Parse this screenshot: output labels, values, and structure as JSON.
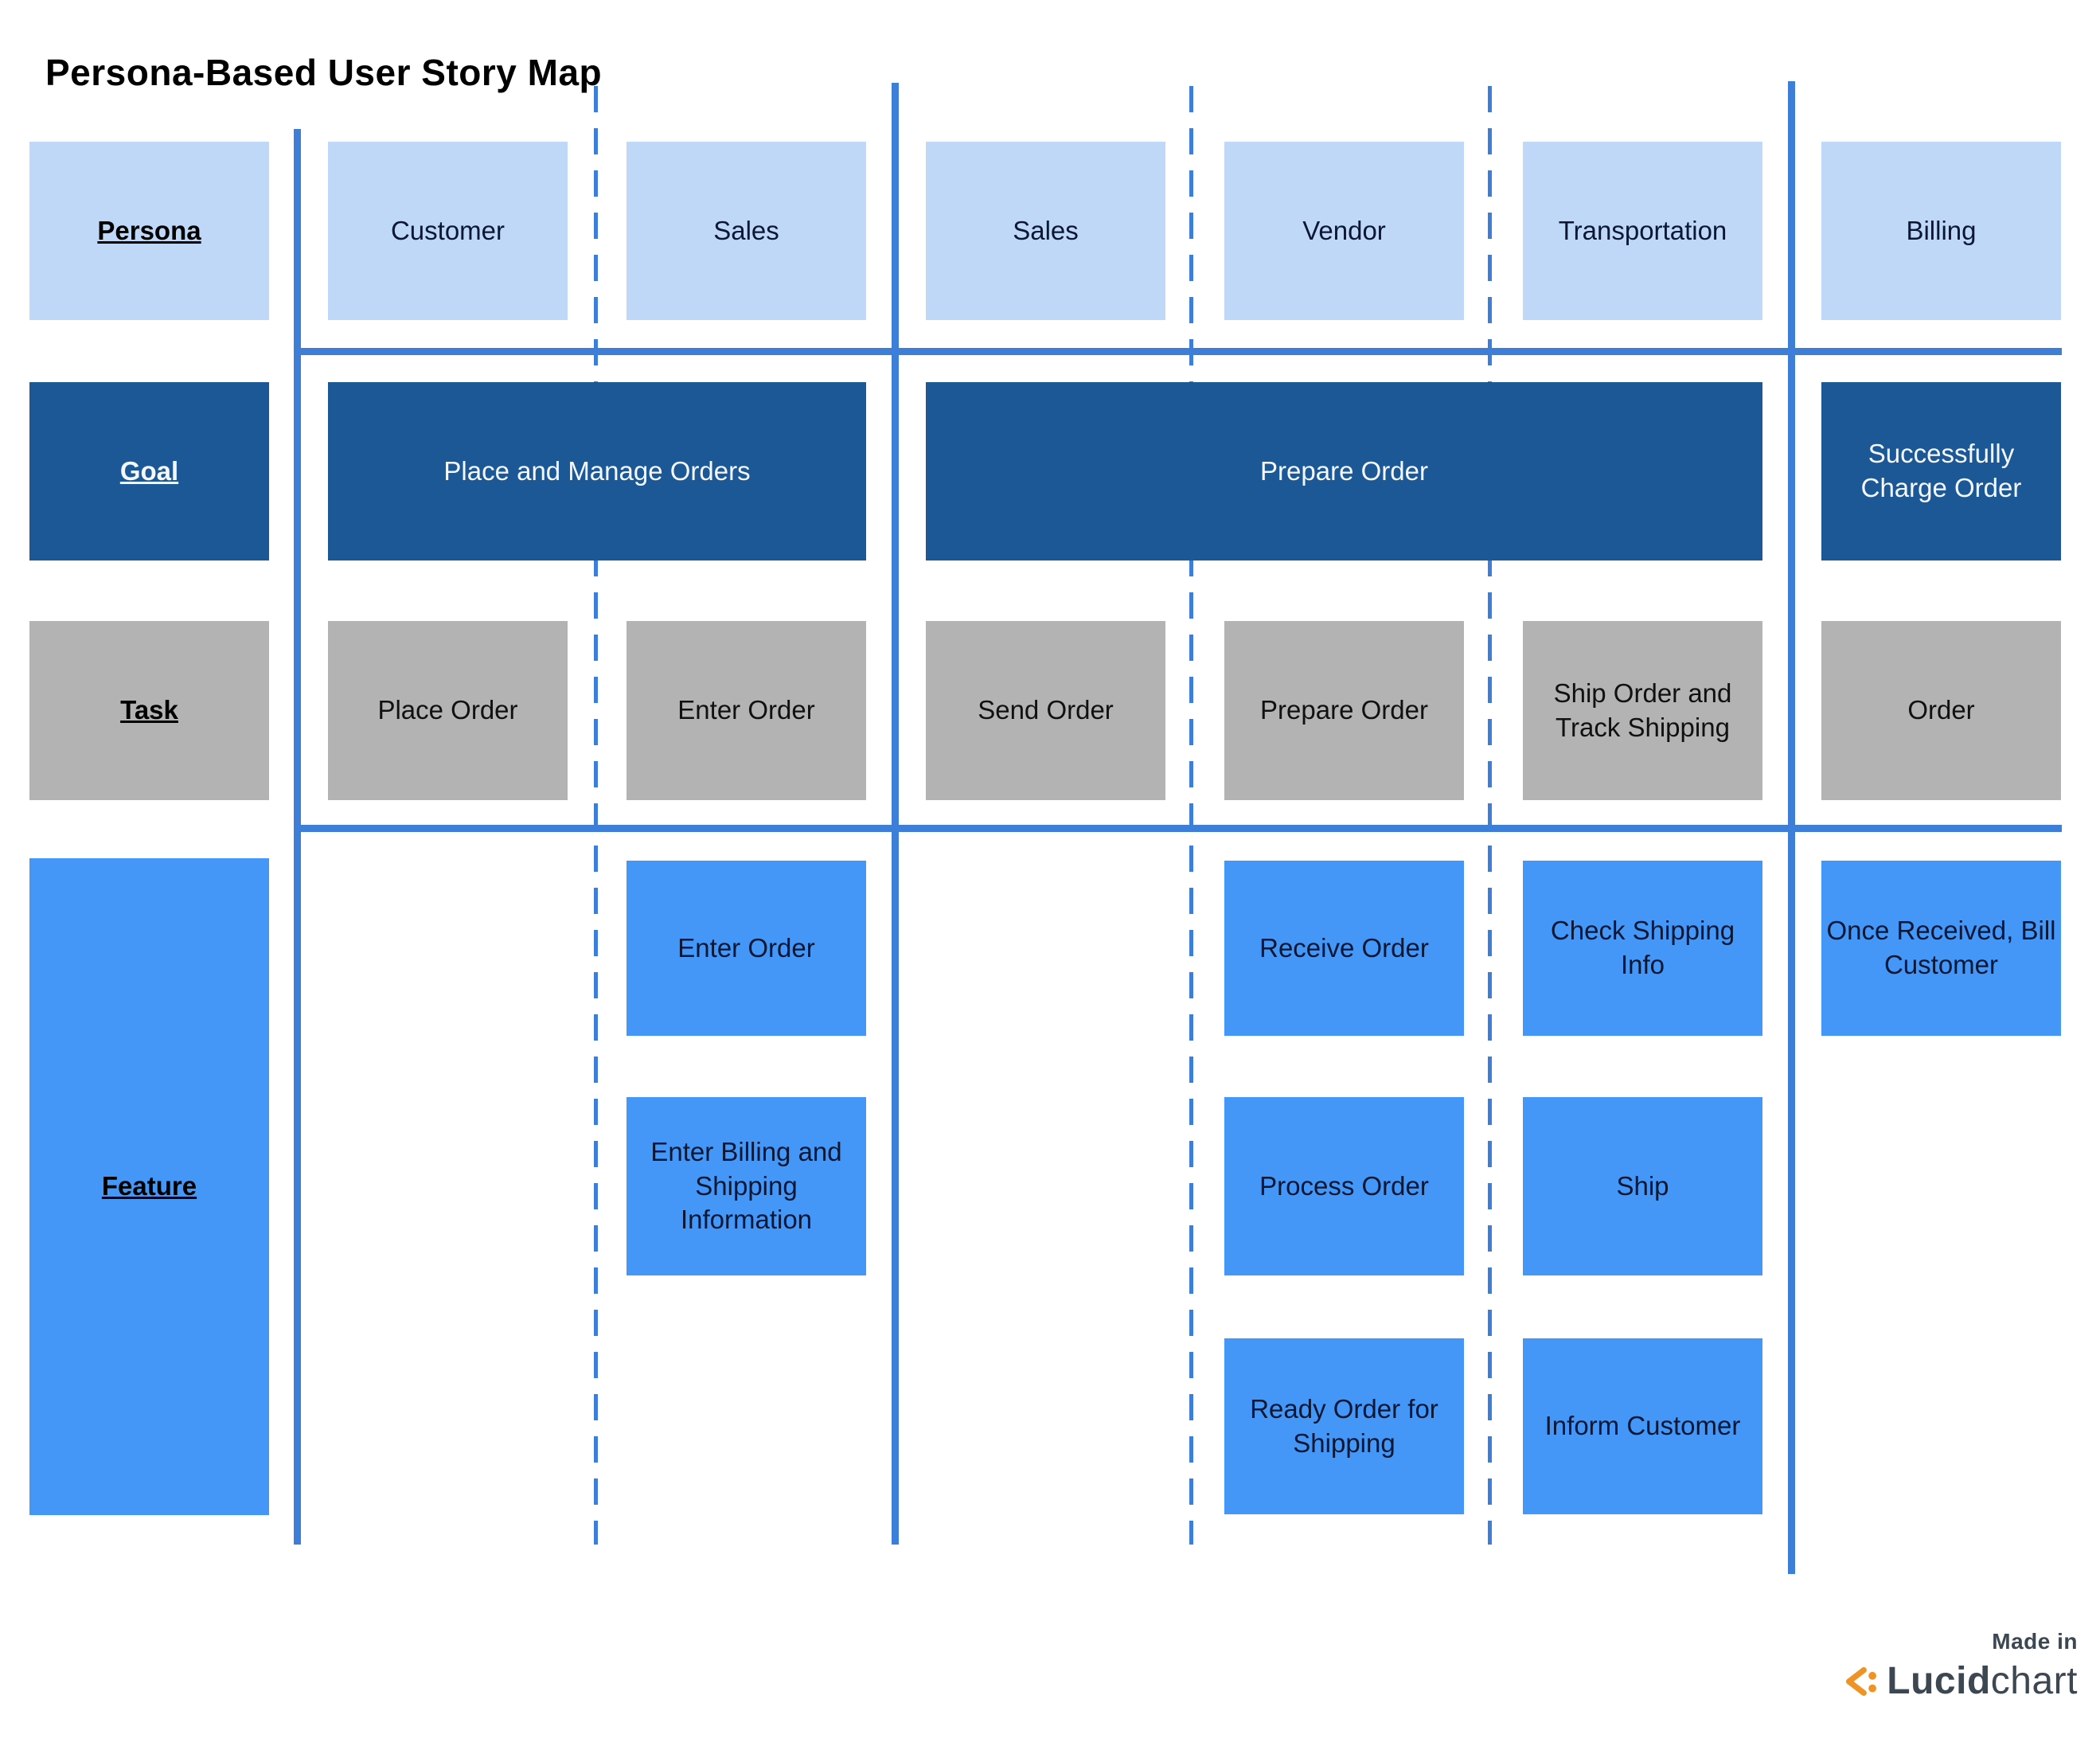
{
  "title": "Persona-Based User Story Map",
  "colors": {
    "light_blue": "#BFD8F8",
    "dark_blue": "#1C5796",
    "gray": "#B3B3B3",
    "feature_blue": "#4496F7",
    "line_blue": "#3C7ED8",
    "text_dark": "#0B1733",
    "text_light": "#F4F8FD",
    "footer_text": "#3D4751",
    "footer_orange": "#F09325"
  },
  "row_labels": {
    "persona": "Persona",
    "goal": "Goal",
    "task": "Task",
    "feature": "Feature"
  },
  "personas": [
    "Customer",
    "Sales",
    "Sales",
    "Vendor",
    "Transportation",
    "Billing"
  ],
  "goals": [
    "Place and Manage Orders",
    "Prepare Order",
    "Successfully Charge Order"
  ],
  "tasks": [
    "Place Order",
    "Enter Order",
    "Send Order",
    "Prepare Order",
    "Ship Order and Track Shipping",
    "Order"
  ],
  "features": {
    "sales": [
      "Enter Order",
      "Enter Billing and Shipping Information"
    ],
    "vendor": [
      "Receive Order",
      "Process Order",
      "Ready Order for Shipping"
    ],
    "transportation": [
      "Check Shipping Info",
      "Ship",
      "Inform Customer"
    ],
    "billing": [
      "Once Received, Bill Customer"
    ]
  },
  "footer": {
    "made_in": "Made in",
    "brand_bold": "Lucid",
    "brand_regular": "chart"
  }
}
